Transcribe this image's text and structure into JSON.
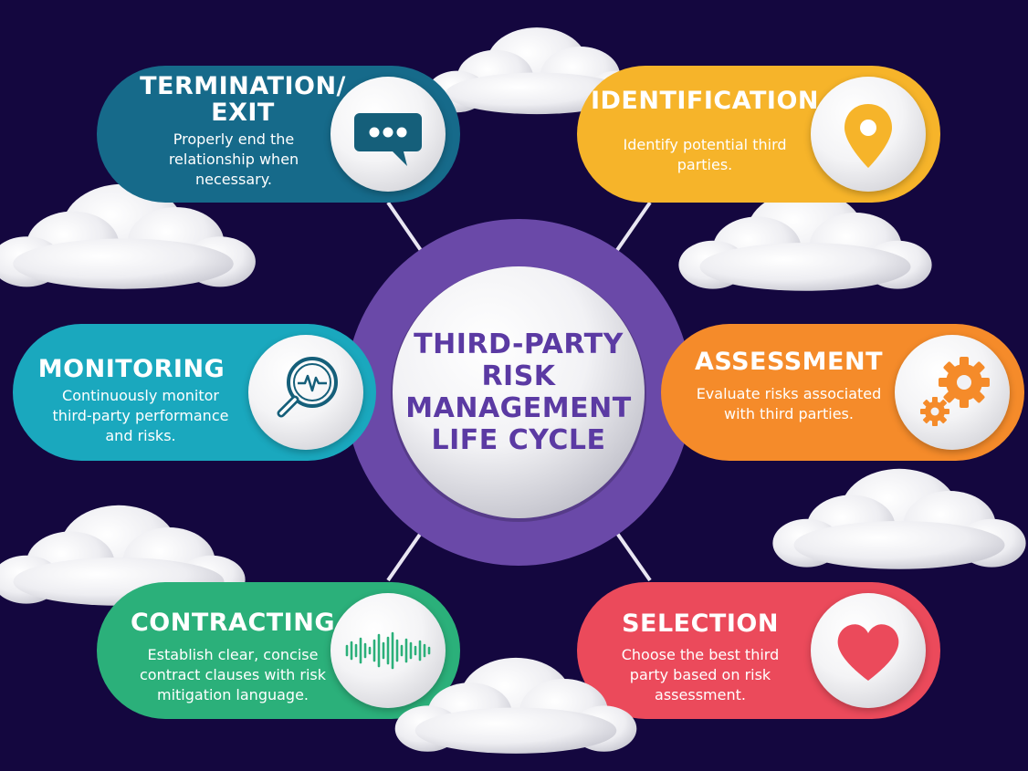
{
  "center": {
    "title_lines": [
      "THIRD-PARTY",
      "RISK",
      "MANAGEMENT",
      "LIFE CYCLE"
    ]
  },
  "stages": [
    {
      "id": "termination",
      "title_lines": [
        "TERMINATION/",
        "EXIT"
      ],
      "desc_lines": [
        "Properly end the",
        "relationship when",
        "necessary."
      ],
      "color": "#166a8a",
      "icon": "chat-bubble-icon"
    },
    {
      "id": "identification",
      "title_lines": [
        "IDENTIFICATION"
      ],
      "desc_lines": [
        "Identify potential third",
        "parties."
      ],
      "color": "#f6b42a",
      "icon": "location-pin-icon"
    },
    {
      "id": "monitoring",
      "title_lines": [
        "MONITORING"
      ],
      "desc_lines": [
        "Continuously monitor",
        "third-party performance",
        "and risks."
      ],
      "color": "#1aa8be",
      "icon": "magnifier-pulse-icon"
    },
    {
      "id": "assessment",
      "title_lines": [
        "ASSESSMENT"
      ],
      "desc_lines": [
        "Evaluate risks associated",
        "with third parties."
      ],
      "color": "#f58b2a",
      "icon": "gears-icon"
    },
    {
      "id": "contracting",
      "title_lines": [
        "CONTRACTING"
      ],
      "desc_lines": [
        "Establish clear, concise",
        "contract clauses with risk",
        "mitigation language."
      ],
      "color": "#2bb07a",
      "icon": "sound-wave-icon"
    },
    {
      "id": "selection",
      "title_lines": [
        "SELECTION"
      ],
      "desc_lines": [
        "Choose the best third",
        "party based on risk",
        "assessment."
      ],
      "color": "#eb4a5b",
      "icon": "heart-icon"
    }
  ],
  "colors": {
    "background": "#14073f",
    "hub_ring": "#6a49a8",
    "connector": "#e9e6f2",
    "icon_dark": "#155f7a"
  }
}
